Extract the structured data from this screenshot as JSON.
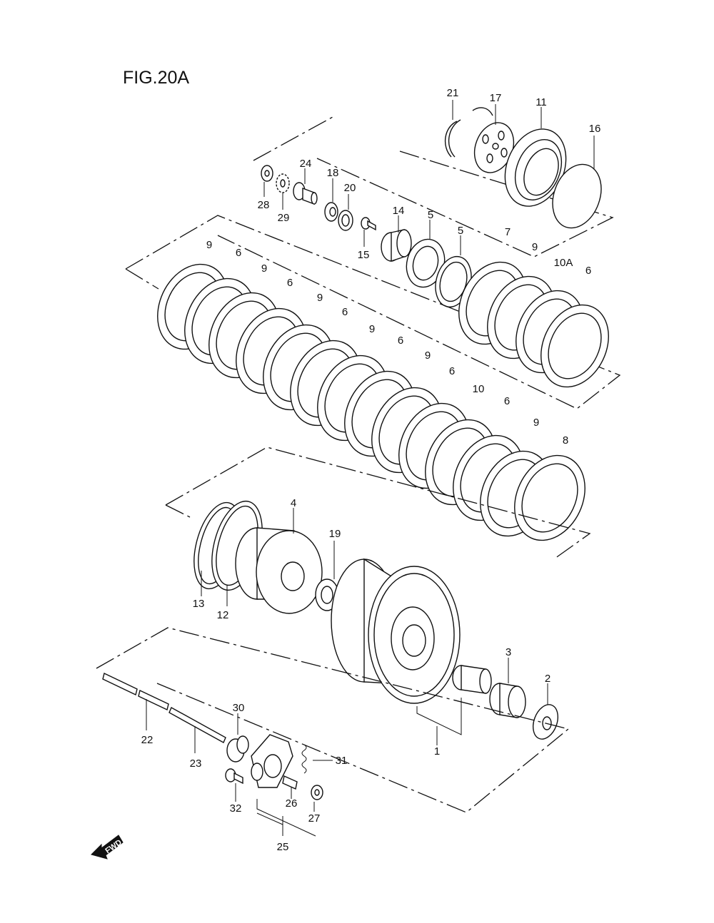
{
  "figure": {
    "title": "FIG.20A"
  },
  "callouts": {
    "c21": "21",
    "c17": "17",
    "c11": "11",
    "c16": "16",
    "c24": "24",
    "c18": "18",
    "c20": "20",
    "c28": "28",
    "c29": "29",
    "c14": "14",
    "c5a": "5",
    "c5b": "5",
    "c15": "15",
    "c7": "7",
    "c9r": "9",
    "c10A": "10A",
    "c6r": "6",
    "c9_1": "9",
    "c6_1": "6",
    "c9_2": "9",
    "c6_2": "6",
    "c9_3": "9",
    "c6_3": "6",
    "c9_4": "9",
    "c6_4": "6",
    "c9_5": "9",
    "c6_5": "6",
    "c10": "10",
    "c6_6": "6",
    "c9_6": "9",
    "c8": "8",
    "c4": "4",
    "c19": "19",
    "c13": "13",
    "c12": "12",
    "c3": "3",
    "c2": "2",
    "c1": "1",
    "c22": "22",
    "c23": "23",
    "c30": "30",
    "c31": "31",
    "c32": "32",
    "c26": "26",
    "c27": "27",
    "c25": "25"
  },
  "direction_marker": {
    "label": "FWD"
  }
}
